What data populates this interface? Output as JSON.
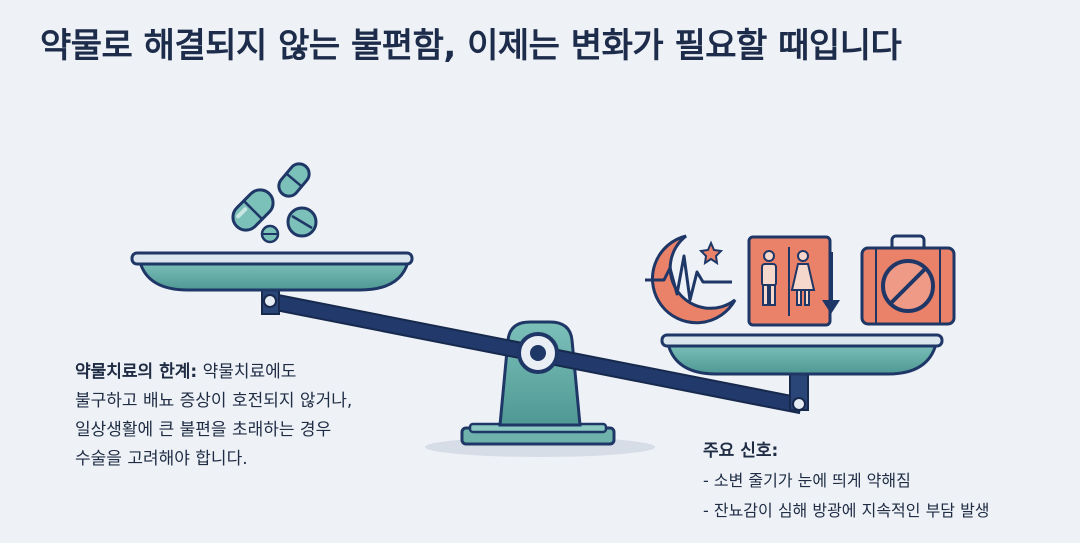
{
  "title": "약물로 해결되지 않는 불편함, 이제는 변화가 필요할 때입니다",
  "left_panel": {
    "heading": "약물치료의 한계:",
    "line1": " 약물치료에도",
    "line2": "불구하고 배뇨 증상이 호전되지 않거나,",
    "line3": "일상생활에 큰 불편을 초래하는 경우",
    "line4": "수술을 고려해야 합니다."
  },
  "right_panel": {
    "heading": "주요 신호:",
    "items": [
      "- 소변 줄기가 눈에 띄게 약해짐",
      "- 잔뇨감이 심해 방광에 지속적인 부담 발생"
    ]
  },
  "icons": [
    "pill-icon",
    "moon-star-sleep-icon",
    "restroom-down-icon",
    "blocked-suitcase-icon"
  ],
  "colors": {
    "background": "#eef2f7",
    "navy": "#1f3766",
    "teal": "#5fa8a3",
    "coral": "#ea8269",
    "text": "#1f2c44"
  }
}
